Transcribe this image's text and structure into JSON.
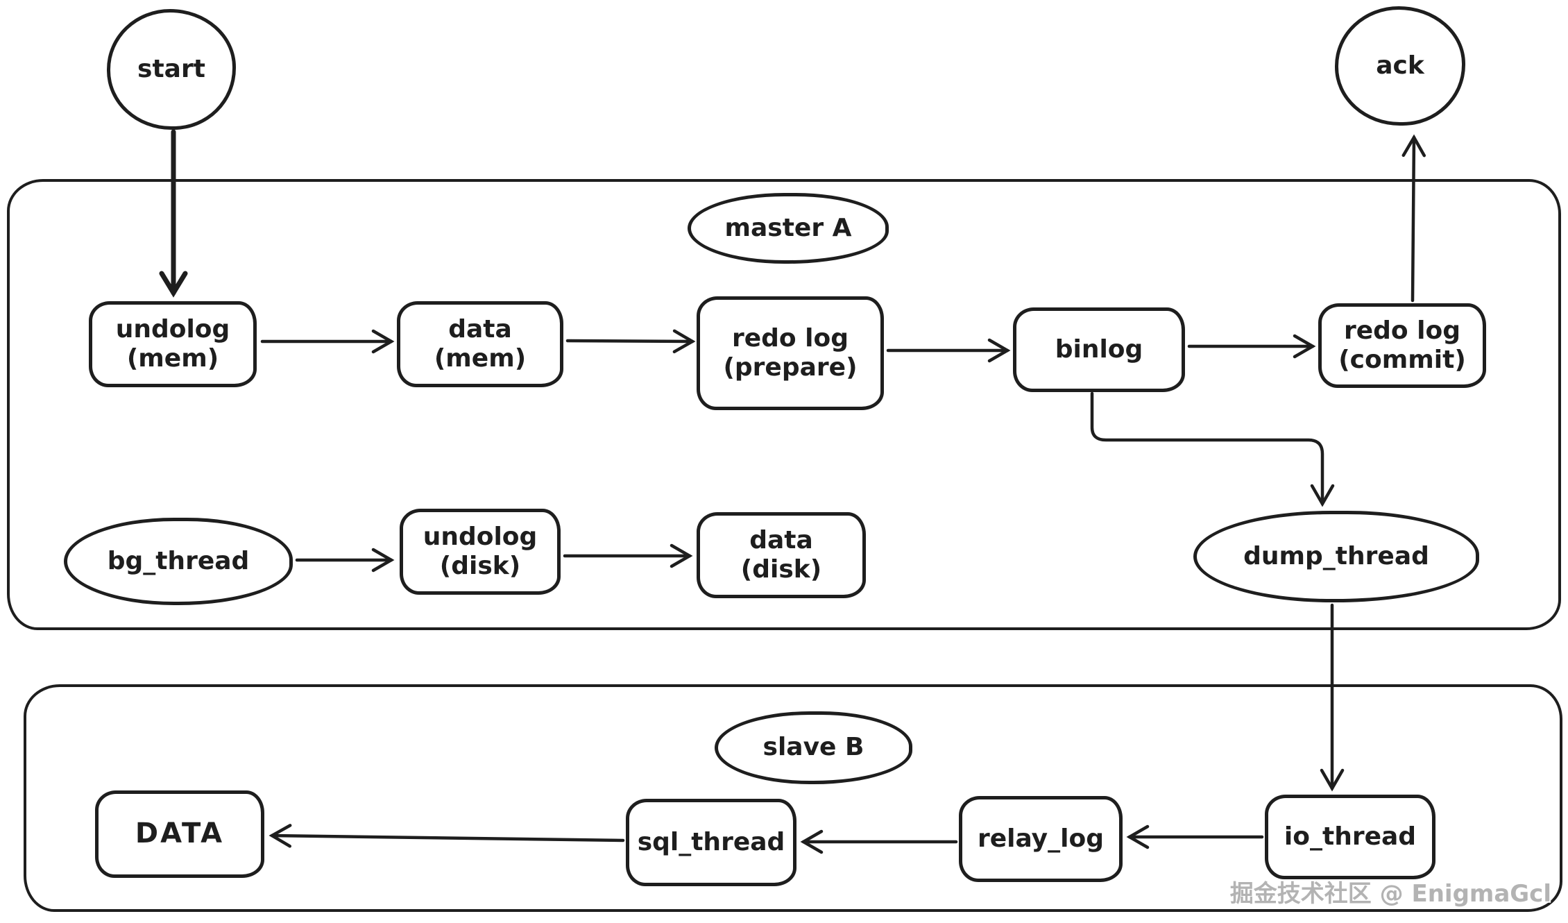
{
  "diagram": {
    "groups": {
      "master": {
        "label": "master A"
      },
      "slave": {
        "label": "slave B"
      }
    },
    "nodes": {
      "start": {
        "label": "start"
      },
      "ack": {
        "label": "ack"
      },
      "undolog_mem": {
        "label": "undolog\n(mem)"
      },
      "data_mem": {
        "label": "data\n(mem)"
      },
      "redo_prepare": {
        "label": "redo log\n(prepare)"
      },
      "binlog": {
        "label": "binlog"
      },
      "redo_commit": {
        "label": "redo log\n(commit)"
      },
      "bg_thread": {
        "label": "bg_thread"
      },
      "undolog_disk": {
        "label": "undolog\n(disk)"
      },
      "data_disk": {
        "label": "data\n(disk)"
      },
      "dump_thread": {
        "label": "dump_thread"
      },
      "data": {
        "label": "DATA"
      },
      "sql_thread": {
        "label": "sql_thread"
      },
      "relay_log": {
        "label": "relay_log"
      },
      "io_thread": {
        "label": "io_thread"
      }
    },
    "edges": [
      {
        "from": "start",
        "to": "undolog_mem"
      },
      {
        "from": "undolog_mem",
        "to": "data_mem"
      },
      {
        "from": "data_mem",
        "to": "redo_prepare"
      },
      {
        "from": "redo_prepare",
        "to": "binlog"
      },
      {
        "from": "binlog",
        "to": "redo_commit"
      },
      {
        "from": "redo_commit",
        "to": "ack"
      },
      {
        "from": "binlog",
        "to": "dump_thread"
      },
      {
        "from": "bg_thread",
        "to": "undolog_disk"
      },
      {
        "from": "undolog_disk",
        "to": "data_disk"
      },
      {
        "from": "dump_thread",
        "to": "io_thread"
      },
      {
        "from": "io_thread",
        "to": "relay_log"
      },
      {
        "from": "relay_log",
        "to": "sql_thread"
      },
      {
        "from": "sql_thread",
        "to": "data"
      }
    ]
  },
  "watermark": {
    "text": "掘金技术社区 @ EnigmaGcl"
  },
  "colors": {
    "stroke": "#1e1e1e",
    "background": "#ffffff",
    "watermark": "#b3b3b3"
  }
}
